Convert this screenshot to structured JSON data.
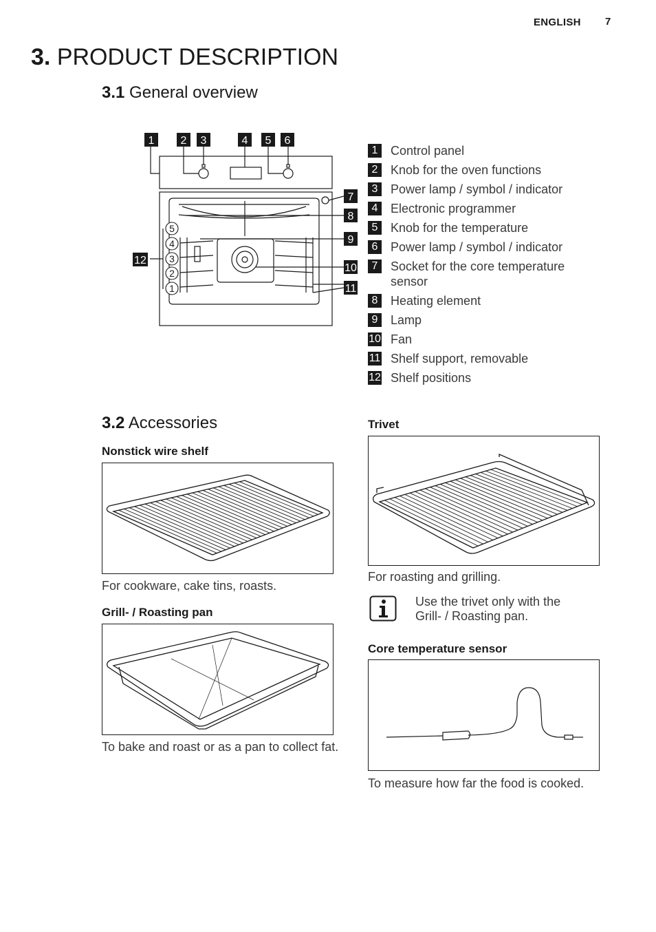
{
  "header": {
    "language": "ENGLISH",
    "page_number": "7"
  },
  "chapter": {
    "number": "3.",
    "title": "PRODUCT DESCRIPTION"
  },
  "section_overview": {
    "number": "3.1",
    "title": "General overview"
  },
  "diagram_callouts": [
    "1",
    "2",
    "3",
    "4",
    "5",
    "6",
    "7",
    "8",
    "9",
    "10",
    "11",
    "12"
  ],
  "shelf_positions": [
    "5",
    "4",
    "3",
    "2",
    "1"
  ],
  "legend": [
    {
      "num": "1",
      "text": "Control panel"
    },
    {
      "num": "2",
      "text": "Knob for the oven functions"
    },
    {
      "num": "3",
      "text": "Power lamp / symbol / indicator"
    },
    {
      "num": "4",
      "text": "Electronic programmer"
    },
    {
      "num": "5",
      "text": "Knob for the temperature"
    },
    {
      "num": "6",
      "text": "Power lamp / symbol / indicator"
    },
    {
      "num": "7",
      "text": "Socket for the core temperature sensor"
    },
    {
      "num": "8",
      "text": "Heating element"
    },
    {
      "num": "9",
      "text": "Lamp"
    },
    {
      "num": "10",
      "text": "Fan"
    },
    {
      "num": "11",
      "text": "Shelf support, removable"
    },
    {
      "num": "12",
      "text": "Shelf positions"
    }
  ],
  "section_accessories": {
    "number": "3.2",
    "title": "Accessories"
  },
  "accessories": {
    "wire_shelf": {
      "title": "Nonstick wire shelf",
      "caption": "For cookware, cake tins, roasts."
    },
    "roasting_pan": {
      "title": "Grill- / Roasting pan",
      "caption": "To bake and roast or as a pan to collect fat."
    },
    "trivet": {
      "title": "Trivet",
      "caption": "For roasting and grilling.",
      "note": "Use the trivet only with the Grill- / Roasting pan."
    },
    "core_sensor": {
      "title": "Core temperature sensor",
      "caption": "To measure how far the food is cooked."
    }
  },
  "icons": {
    "info": "info-icon"
  }
}
